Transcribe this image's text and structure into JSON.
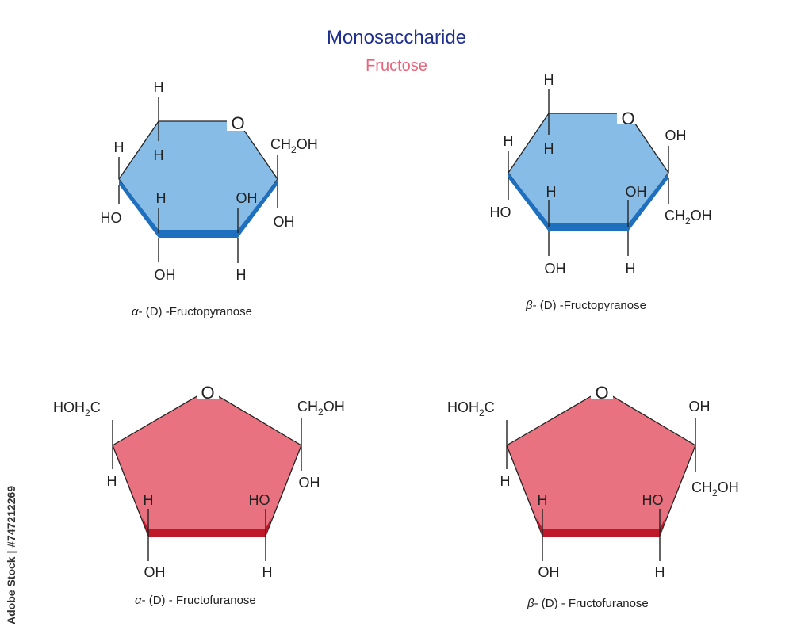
{
  "header": {
    "title": "Monosaccharide",
    "subtitle": "Fructose",
    "title_color": "#1f2f8f",
    "subtitle_color": "#e8647a"
  },
  "colors": {
    "pyranose_fill": "#86bce6",
    "pyranose_edge": "#1f6fbf",
    "furanose_fill": "#e8727f",
    "furanose_edge": "#c0182b"
  },
  "structures": {
    "alpha_pyranose": {
      "caption_prefix": "α",
      "caption": "- (D) -Fructopyranose",
      "ring_oxygen": "O",
      "labels": {
        "top_h": "H",
        "inner_h": "H",
        "left_h": "H",
        "left_ho": "HO",
        "mid_h": "H",
        "bottom_oh": "OH",
        "ch2oh_main": "CH",
        "ch2oh_sub": "2",
        "ch2oh_end": "OH",
        "right_oh": "OH",
        "inner_oh": "OH",
        "bottom_h": "H"
      }
    },
    "beta_pyranose": {
      "caption_prefix": "β",
      "caption": "- (D) -Fructopyranose",
      "ring_oxygen": "O",
      "labels": {
        "top_h": "H",
        "inner_h": "H",
        "left_h": "H",
        "left_ho": "HO",
        "mid_h": "H",
        "bottom_oh": "OH",
        "top_oh": "OH",
        "ch2oh_main": "CH",
        "ch2oh_sub": "2",
        "ch2oh_end": "OH",
        "inner_oh": "OH",
        "bottom_h": "H"
      }
    },
    "alpha_furanose": {
      "caption_prefix": "α",
      "caption": "- (D) - Fructofuranose",
      "ring_oxygen": "O",
      "labels": {
        "hoh2c_main": "HOH",
        "hoh2c_sub": "2",
        "hoh2c_end": "C",
        "left_h": "H",
        "ch2oh_main": "CH",
        "ch2oh_sub": "2",
        "ch2oh_end": "OH",
        "right_oh": "OH",
        "inner_h": "H",
        "inner_ho": "HO",
        "bottom_oh": "OH",
        "bottom_h": "H"
      }
    },
    "beta_furanose": {
      "caption_prefix": "β",
      "caption": "- (D) - Fructofuranose",
      "ring_oxygen": "O",
      "labels": {
        "hoh2c_main": "HOH",
        "hoh2c_sub": "2",
        "hoh2c_end": "C",
        "left_h": "H",
        "top_oh": "OH",
        "ch2oh_main": "CH",
        "ch2oh_sub": "2",
        "ch2oh_end": "OH",
        "inner_h": "H",
        "inner_ho": "HO",
        "bottom_oh": "OH",
        "bottom_h": "H"
      }
    }
  },
  "watermark": {
    "text": "Adobe Stock | #747212269"
  }
}
